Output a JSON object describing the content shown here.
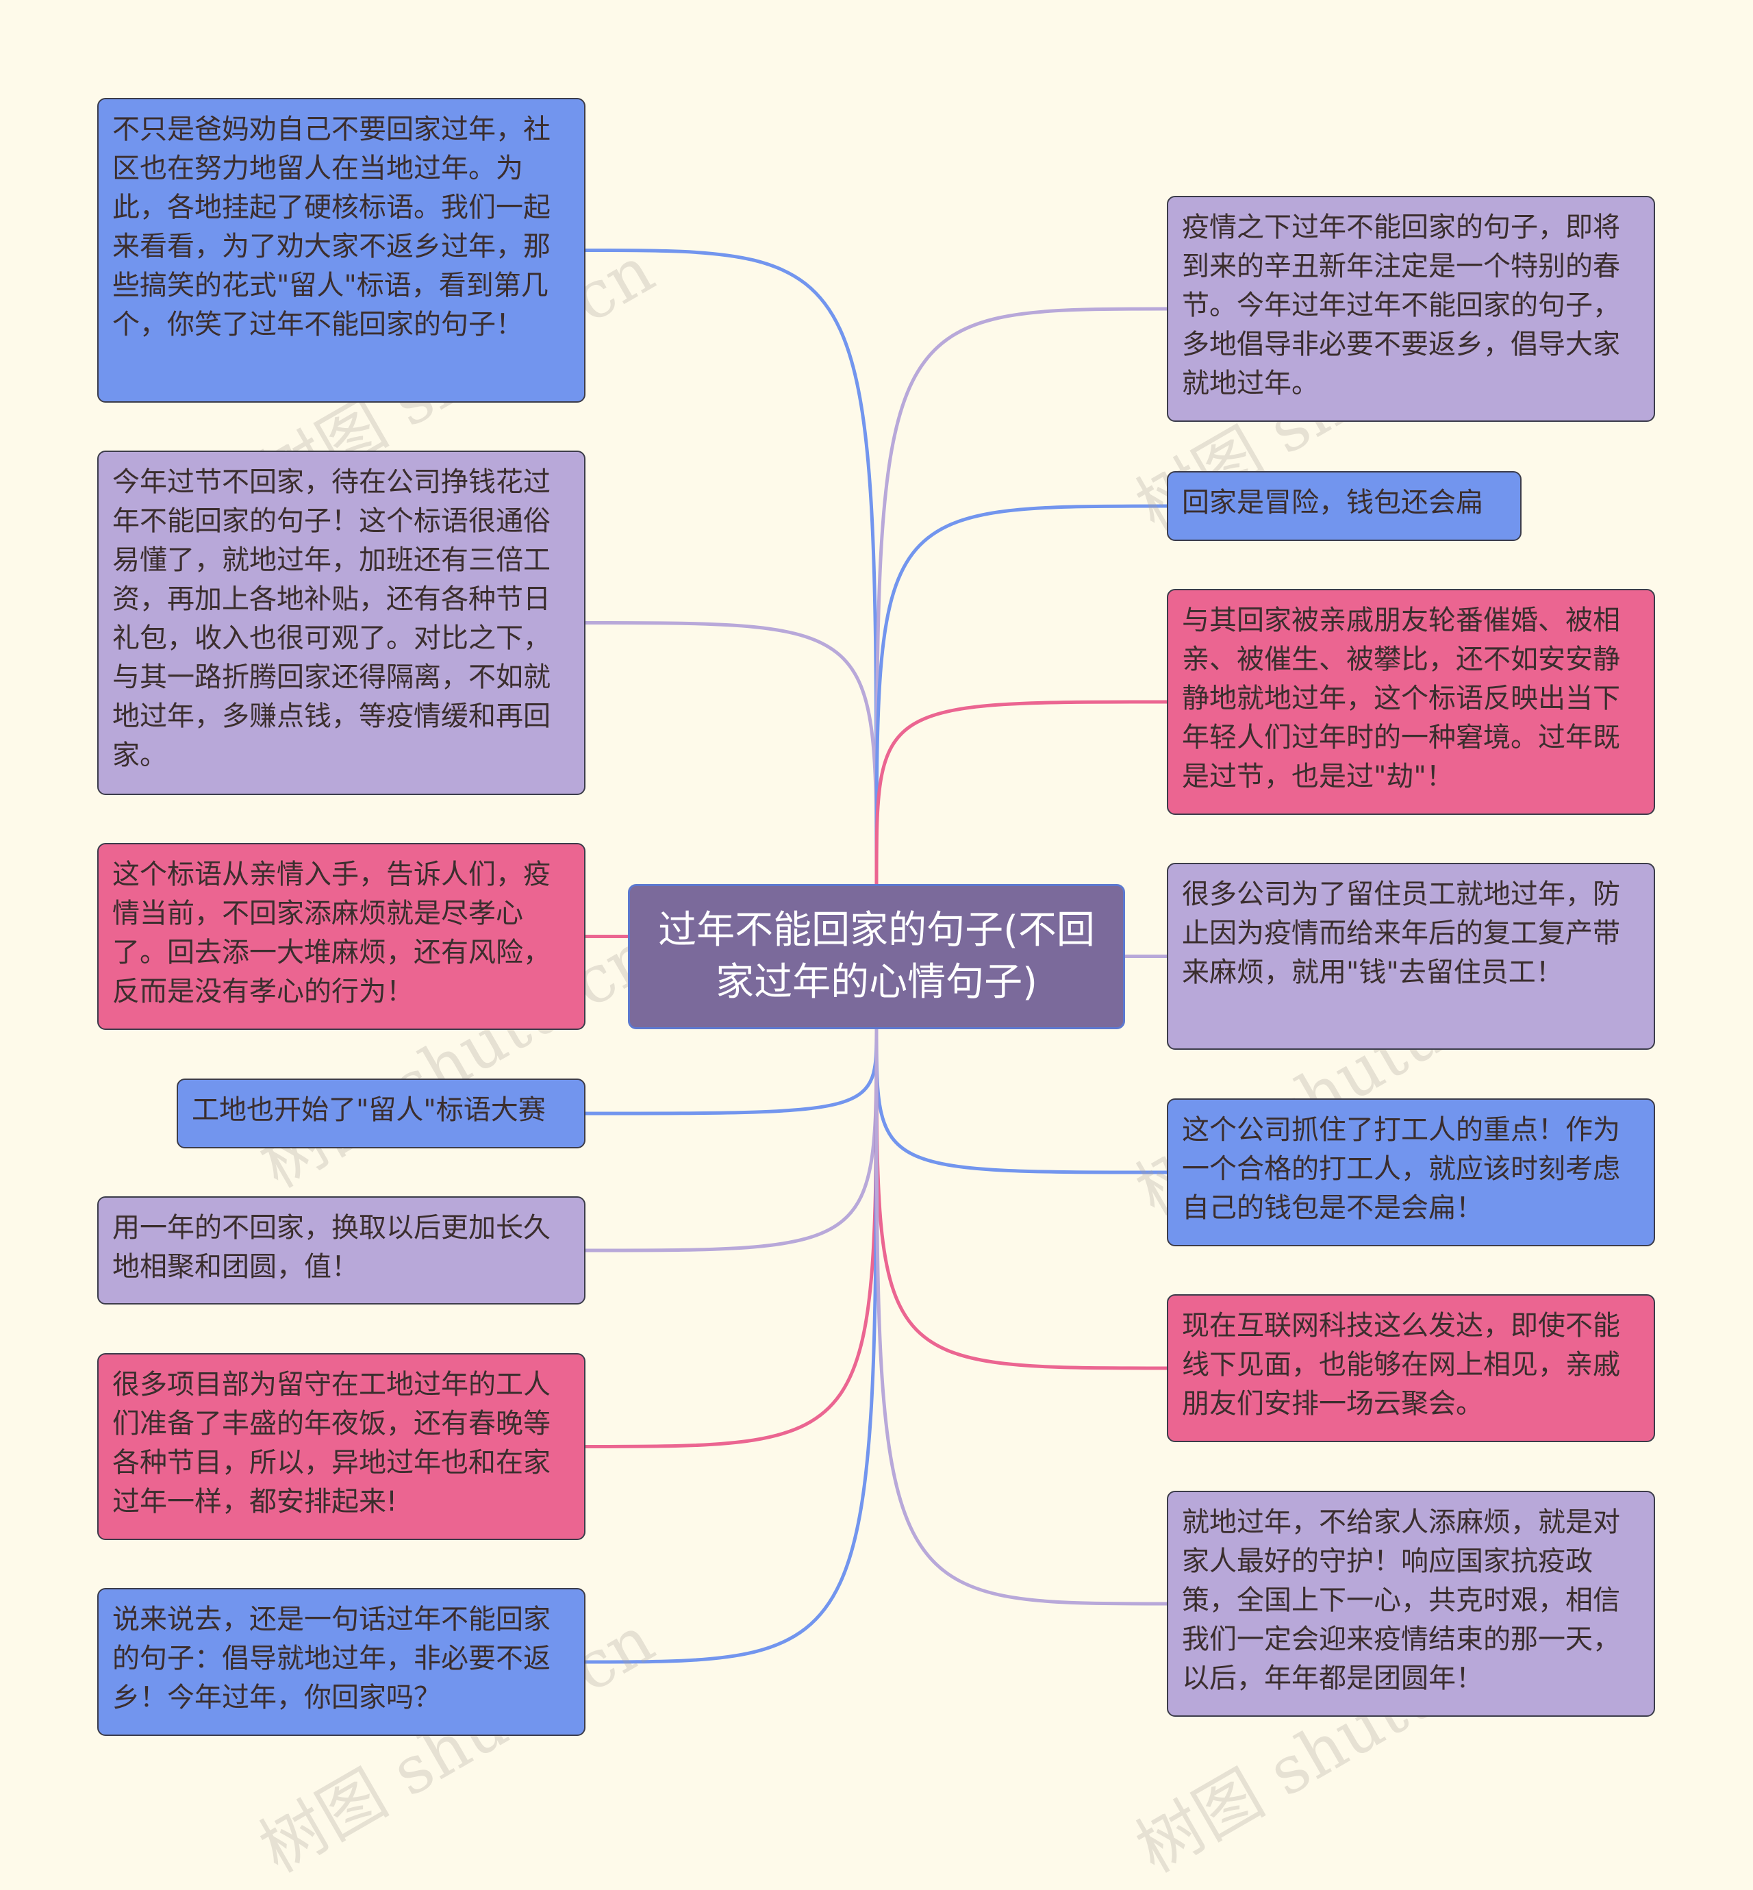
{
  "colors": {
    "background": "#fefaea",
    "blue": "#7295ee",
    "lavender": "#b8a8d9",
    "pink": "#eb6591",
    "center": "#7b6a9b"
  },
  "center": {
    "text": "过年不能回家的句子(不回家过年的心情句子)"
  },
  "left_nodes": [
    {
      "text": "不只是爸妈劝自己不要回家过年，社区也在努力地留人在当地过年。为此，各地挂起了硬核标语。我们一起来看看，为了劝大家不返乡过年，那些搞笑的花式\"留人\"标语，看到第几个，你笑了过年不能回家的句子！",
      "color": "blue"
    },
    {
      "text": "今年过节不回家，待在公司挣钱花过年不能回家的句子！这个标语很通俗易懂了，就地过年，加班还有三倍工资，再加上各地补贴，还有各种节日礼包，收入也很可观了。对比之下，与其一路折腾回家还得隔离，不如就地过年，多赚点钱，等疫情缓和再回家。",
      "color": "lavender"
    },
    {
      "text": "这个标语从亲情入手，告诉人们，疫情当前，不回家添麻烦就是尽孝心了。回去添一大堆麻烦，还有风险，反而是没有孝心的行为！",
      "color": "pink"
    },
    {
      "text": "工地也开始了\"留人\"标语大赛",
      "color": "blue"
    },
    {
      "text": "用一年的不回家，换取以后更加长久地相聚和团圆，值！",
      "color": "lavender"
    },
    {
      "text": "很多项目部为留守在工地过年的工人们准备了丰盛的年夜饭，还有春晚等各种节目，所以，异地过年也和在家过年一样，都安排起来!",
      "color": "pink"
    },
    {
      "text": "说来说去，还是一句话过年不能回家的句子：倡导就地过年，非必要不返乡！今年过年，你回家吗？",
      "color": "blue"
    }
  ],
  "right_nodes": [
    {
      "text": "疫情之下过年不能回家的句子，即将到来的辛丑新年注定是一个特别的春节。今年过年过年不能回家的句子，多地倡导非必要不要返乡，倡导大家就地过年。",
      "color": "lavender"
    },
    {
      "text": "回家是冒险，钱包还会扁",
      "color": "blue"
    },
    {
      "text": "与其回家被亲戚朋友轮番催婚、被相亲、被催生、被攀比，还不如安安静静地就地过年，这个标语反映出当下年轻人们过年时的一种窘境。过年既是过节，也是过\"劫\"！",
      "color": "pink"
    },
    {
      "text": "很多公司为了留住员工就地过年，防止因为疫情而给来年后的复工复产带来麻烦，就用\"钱\"去留住员工！",
      "color": "lavender"
    },
    {
      "text": "这个公司抓住了打工人的重点！作为一个合格的打工人，就应该时刻考虑自己的钱包是不是会扁！",
      "color": "blue"
    },
    {
      "text": "现在互联网科技这么发达，即使不能线下见面，也能够在网上相见，亲戚朋友们安排一场云聚会。",
      "color": "pink"
    },
    {
      "text": "就地过年，不给家人添麻烦，就是对家人最好的守护！响应国家抗疫政策，全国上下一心，共克时艰，相信我们一定会迎来疫情结束的那一天，以后，年年都是团圆年！",
      "color": "lavender"
    }
  ],
  "watermark": "树图 shutu.cn"
}
